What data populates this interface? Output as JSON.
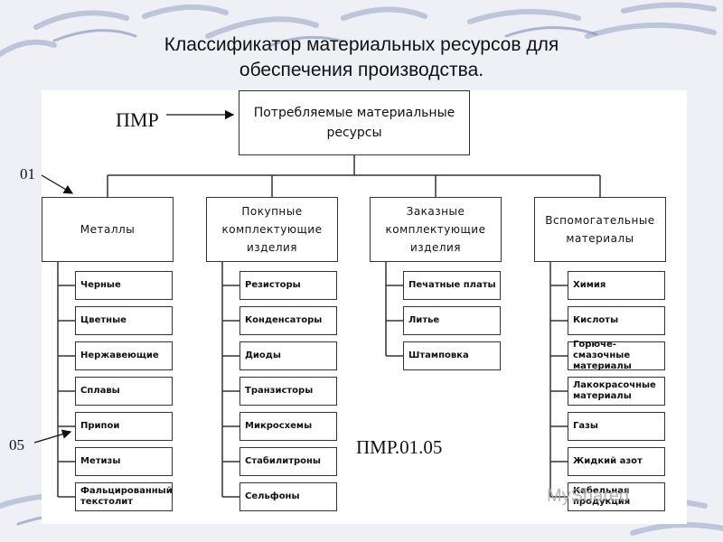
{
  "title": {
    "line1": "Классификатор материальных ресурсов для",
    "line2": "обеспечения производства."
  },
  "diagram": {
    "top": "Потребляемые материальные ресурсы",
    "annotations": {
      "pmr": "ПМР",
      "level1_code": "01",
      "level2_code": "05",
      "full_code": "ПМР.01.05"
    },
    "categories": [
      {
        "label": "Металлы",
        "items": [
          "Черные",
          "Цветные",
          "Нержавеющие",
          "Сплавы",
          "Припои",
          "Метизы",
          "Фальцированный текстолит"
        ]
      },
      {
        "label": "Покупные комплектующие изделия",
        "items": [
          "Резисторы",
          "Конденсаторы",
          "Диоды",
          "Транзисторы",
          "Микросхемы",
          "Стабилитроны",
          "Сельфоны"
        ]
      },
      {
        "label": "Заказные комплектующие изделия",
        "items": [
          "Печатные платы",
          "Литье",
          "Штамповка"
        ]
      },
      {
        "label": "Вспомогательные материалы",
        "items": [
          "Химия",
          "Кислоты",
          "Горюче-смазочные материалы",
          "Лакокрасочные материалы",
          "Газы",
          "Жидкий азот",
          "Кабельная продукция"
        ]
      }
    ]
  },
  "watermark": "MyShared"
}
